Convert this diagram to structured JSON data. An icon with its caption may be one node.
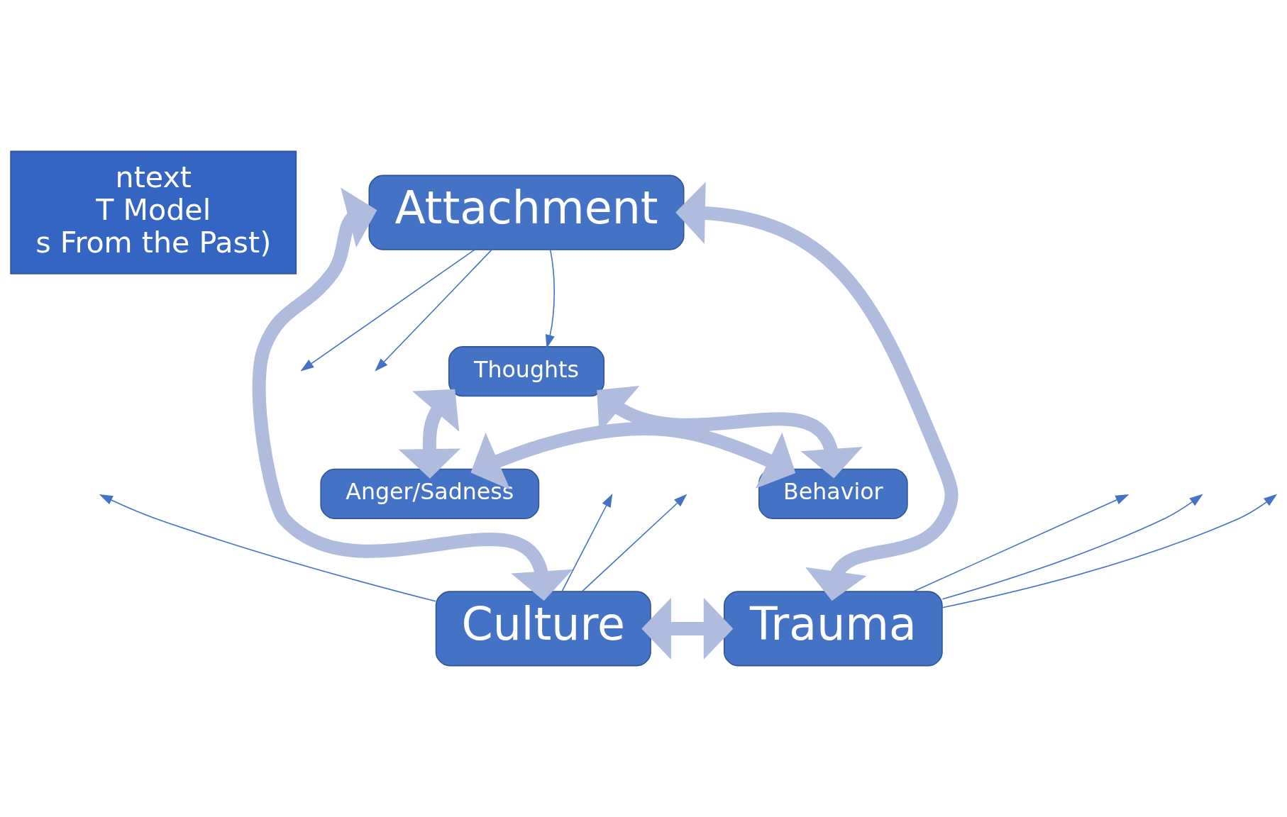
{
  "diagram": {
    "nodes": [
      {
        "text": [
          "ntext",
          "T Model",
          "s From the Past)"
        ]
      },
      {
        "text": [
          "Attachment"
        ]
      },
      {
        "text": [
          "Thoughts"
        ]
      },
      {
        "text": [
          "Anger/Sadness"
        ]
      },
      {
        "text": [
          "Behavior"
        ]
      },
      {
        "text": [
          "Culture"
        ]
      },
      {
        "text": [
          "Trauma"
        ]
      }
    ],
    "edges": [
      {
        "from": 1,
        "to": 5,
        "arrow": "both",
        "style": "thick",
        "color": "#b0bcde"
      },
      {
        "from": 1,
        "to": 6,
        "arrow": "both",
        "style": "thick",
        "color": "#b0bcde"
      },
      {
        "from": 5,
        "to": 6,
        "arrow": "both",
        "style": "thick",
        "color": "#b0bcde"
      },
      {
        "from": 2,
        "to": 3,
        "arrow": "both",
        "style": "thick",
        "color": "#b0bcde"
      },
      {
        "from": 2,
        "to": 4,
        "arrow": "both",
        "style": "thick",
        "color": "#b0bcde"
      },
      {
        "from": 3,
        "to": 4,
        "arrow": "both",
        "style": "thick",
        "color": "#b0bcde"
      },
      {
        "from": 1,
        "to": null,
        "arrow": "to"
      },
      {
        "from": 1,
        "to": 2,
        "arrow": "to"
      },
      {
        "from": 1,
        "to": null,
        "arrow": "to"
      },
      {
        "from": 5,
        "to": null,
        "arrow": "to"
      },
      {
        "from": 5,
        "to": null,
        "arrow": "to"
      },
      {
        "from": 5,
        "to": null,
        "arrow": "to"
      },
      {
        "from": 6,
        "to": null,
        "arrow": "to"
      },
      {
        "from": 6,
        "to": null,
        "arrow": "to"
      },
      {
        "from": 6,
        "to": null,
        "arrow": "to"
      }
    ]
  }
}
